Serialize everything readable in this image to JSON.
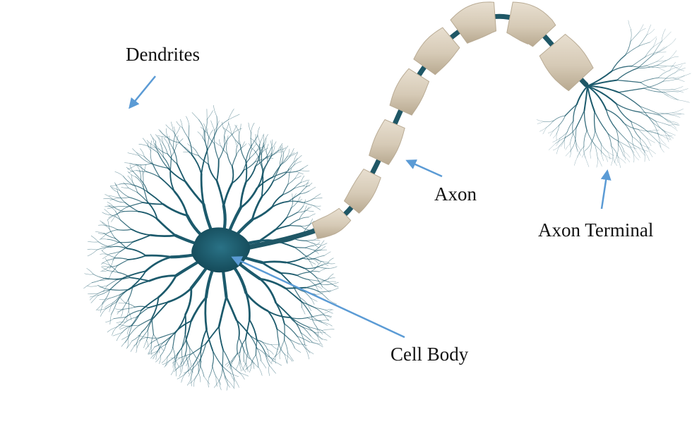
{
  "labels": {
    "dendrites": "Dendrites",
    "axon": "Axon",
    "axon_terminal": "Axon Terminal",
    "cell_body": "Cell Body"
  },
  "colors": {
    "neuron": "#1c5a6c",
    "myelin": "#d8cdbb",
    "myelin_edge": "#b9ab94",
    "node_of_ranvier": "#1f5766",
    "arrow": "#5b9bd5",
    "text": "#111111",
    "background": "#ffffff"
  }
}
